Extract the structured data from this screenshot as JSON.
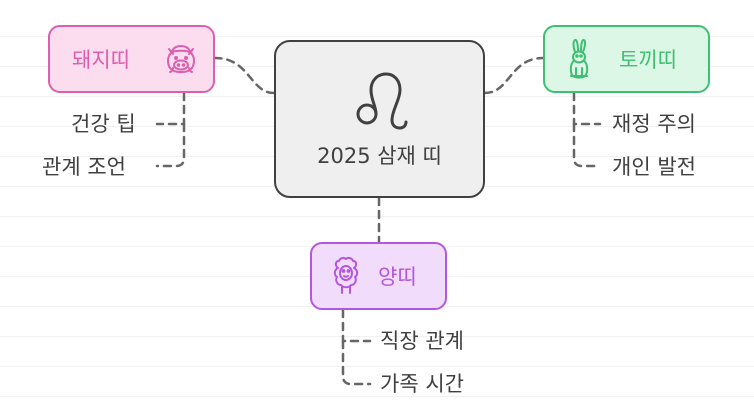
{
  "diagram": {
    "center": {
      "label": "2025 삼재 띠",
      "icon": "leo-sign-icon"
    },
    "branches": [
      {
        "id": "pig",
        "label": "돼지띠",
        "icon": "boar-icon",
        "color": "#dc5fae",
        "fill": "#fcdcef",
        "children": [
          "건강 팁",
          "관계 조언"
        ]
      },
      {
        "id": "rabbit",
        "label": "토끼띠",
        "icon": "rabbit-icon",
        "color": "#3fbf73",
        "fill": "#dcf7e6",
        "children": [
          "재정 주의",
          "개인 발전"
        ]
      },
      {
        "id": "sheep",
        "label": "양띠",
        "icon": "sheep-icon",
        "color": "#b457dc",
        "fill": "#f1dcfb",
        "children": [
          "직장 관계",
          "가족 시간"
        ]
      }
    ]
  }
}
